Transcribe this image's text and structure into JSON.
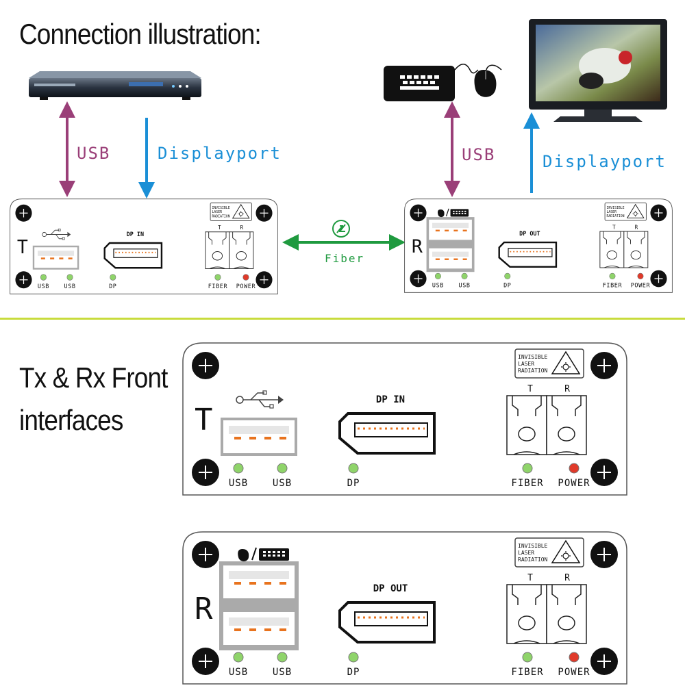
{
  "headings": {
    "connection": "Connection illustration:",
    "front_line1": "Tx & Rx Front",
    "front_line2": "interfaces"
  },
  "arrows": {
    "usb_left": "USB",
    "dp_left": "Displayport",
    "usb_right": "USB",
    "dp_right": "Displayport",
    "fiber": "Fiber"
  },
  "transmitter": {
    "letter": "T",
    "port_label": "DP IN",
    "leds": [
      "USB",
      "USB",
      "DP",
      "FIBER",
      "POWER"
    ],
    "fiber_ports": [
      "T",
      "R"
    ],
    "warning": [
      "INVISIBLE",
      "LASER",
      "RADIATION"
    ]
  },
  "receiver": {
    "letter": "R",
    "port_label": "DP OUT",
    "leds": [
      "USB",
      "USB",
      "DP",
      "FIBER",
      "POWER"
    ],
    "fiber_ports": [
      "T",
      "R"
    ],
    "warning": [
      "INVISIBLE",
      "LASER",
      "RADIATION"
    ]
  },
  "colors": {
    "usb_arrow": "#9a3f78",
    "dp_arrow": "#1a8fd6",
    "fiber_arrow": "#1f9a3f",
    "divider": "#c8dc3c",
    "led_green": "#8fd46a",
    "led_red": "#e03a2a",
    "usb_pin": "#e8731e"
  },
  "icons": [
    "dvd-player-icon",
    "keyboard-icon",
    "mouse-icon",
    "monitor-icon",
    "usb-symbol-icon",
    "laser-warning-icon",
    "fiber-link-icon"
  ]
}
